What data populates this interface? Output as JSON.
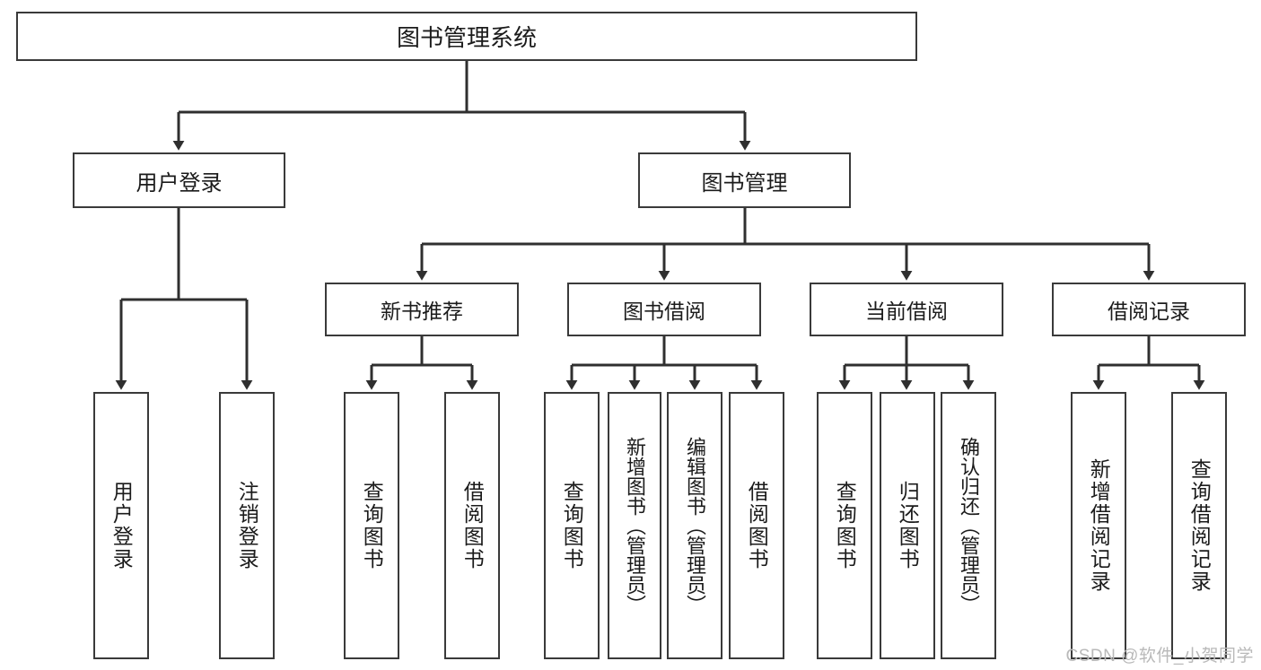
{
  "diagram": {
    "title": "图书管理系统",
    "type": "tree",
    "orientation": "top-down",
    "colors": {
      "box_border": "#3a3a3a",
      "box_fill": "#ffffff",
      "connector": "#2f2f2f",
      "text": "#1b1b1b",
      "watermark": "#b9b9b9",
      "background": "#ffffff"
    },
    "root": {
      "id": "root",
      "label": "图书管理系统"
    },
    "level2": [
      {
        "id": "login",
        "label": "用户登录"
      },
      {
        "id": "bookmgmt",
        "label": "图书管理"
      }
    ],
    "level3": [
      {
        "id": "newbook",
        "label": "新书推荐",
        "parent": "bookmgmt"
      },
      {
        "id": "borrow",
        "label": "图书借阅",
        "parent": "bookmgmt"
      },
      {
        "id": "current",
        "label": "当前借阅",
        "parent": "bookmgmt"
      },
      {
        "id": "records",
        "label": "借阅记录",
        "parent": "bookmgmt"
      }
    ],
    "leaves": [
      {
        "id": "leaf-login-1",
        "label": "用户登录",
        "parent": "login"
      },
      {
        "id": "leaf-login-2",
        "label": "注销登录",
        "parent": "login"
      },
      {
        "id": "leaf-new-1",
        "label": "查询图书",
        "parent": "newbook"
      },
      {
        "id": "leaf-new-2",
        "label": "借阅图书",
        "parent": "newbook"
      },
      {
        "id": "leaf-borrow-1",
        "label": "查询图书",
        "parent": "borrow"
      },
      {
        "id": "leaf-borrow-2",
        "label": "新增图书（管理员）",
        "parent": "borrow"
      },
      {
        "id": "leaf-borrow-3",
        "label": "编辑图书（管理员）",
        "parent": "borrow"
      },
      {
        "id": "leaf-borrow-4",
        "label": "借阅图书",
        "parent": "borrow"
      },
      {
        "id": "leaf-cur-1",
        "label": "查询图书",
        "parent": "current"
      },
      {
        "id": "leaf-cur-2",
        "label": "归还图书",
        "parent": "current"
      },
      {
        "id": "leaf-cur-3",
        "label": "确认归还（管理员）",
        "parent": "current"
      },
      {
        "id": "leaf-rec-1",
        "label": "新增借阅记录",
        "parent": "records"
      },
      {
        "id": "leaf-rec-2",
        "label": "查询借阅记录",
        "parent": "records"
      }
    ]
  },
  "watermark": {
    "text": "CSDN @软件_小贺同学"
  }
}
